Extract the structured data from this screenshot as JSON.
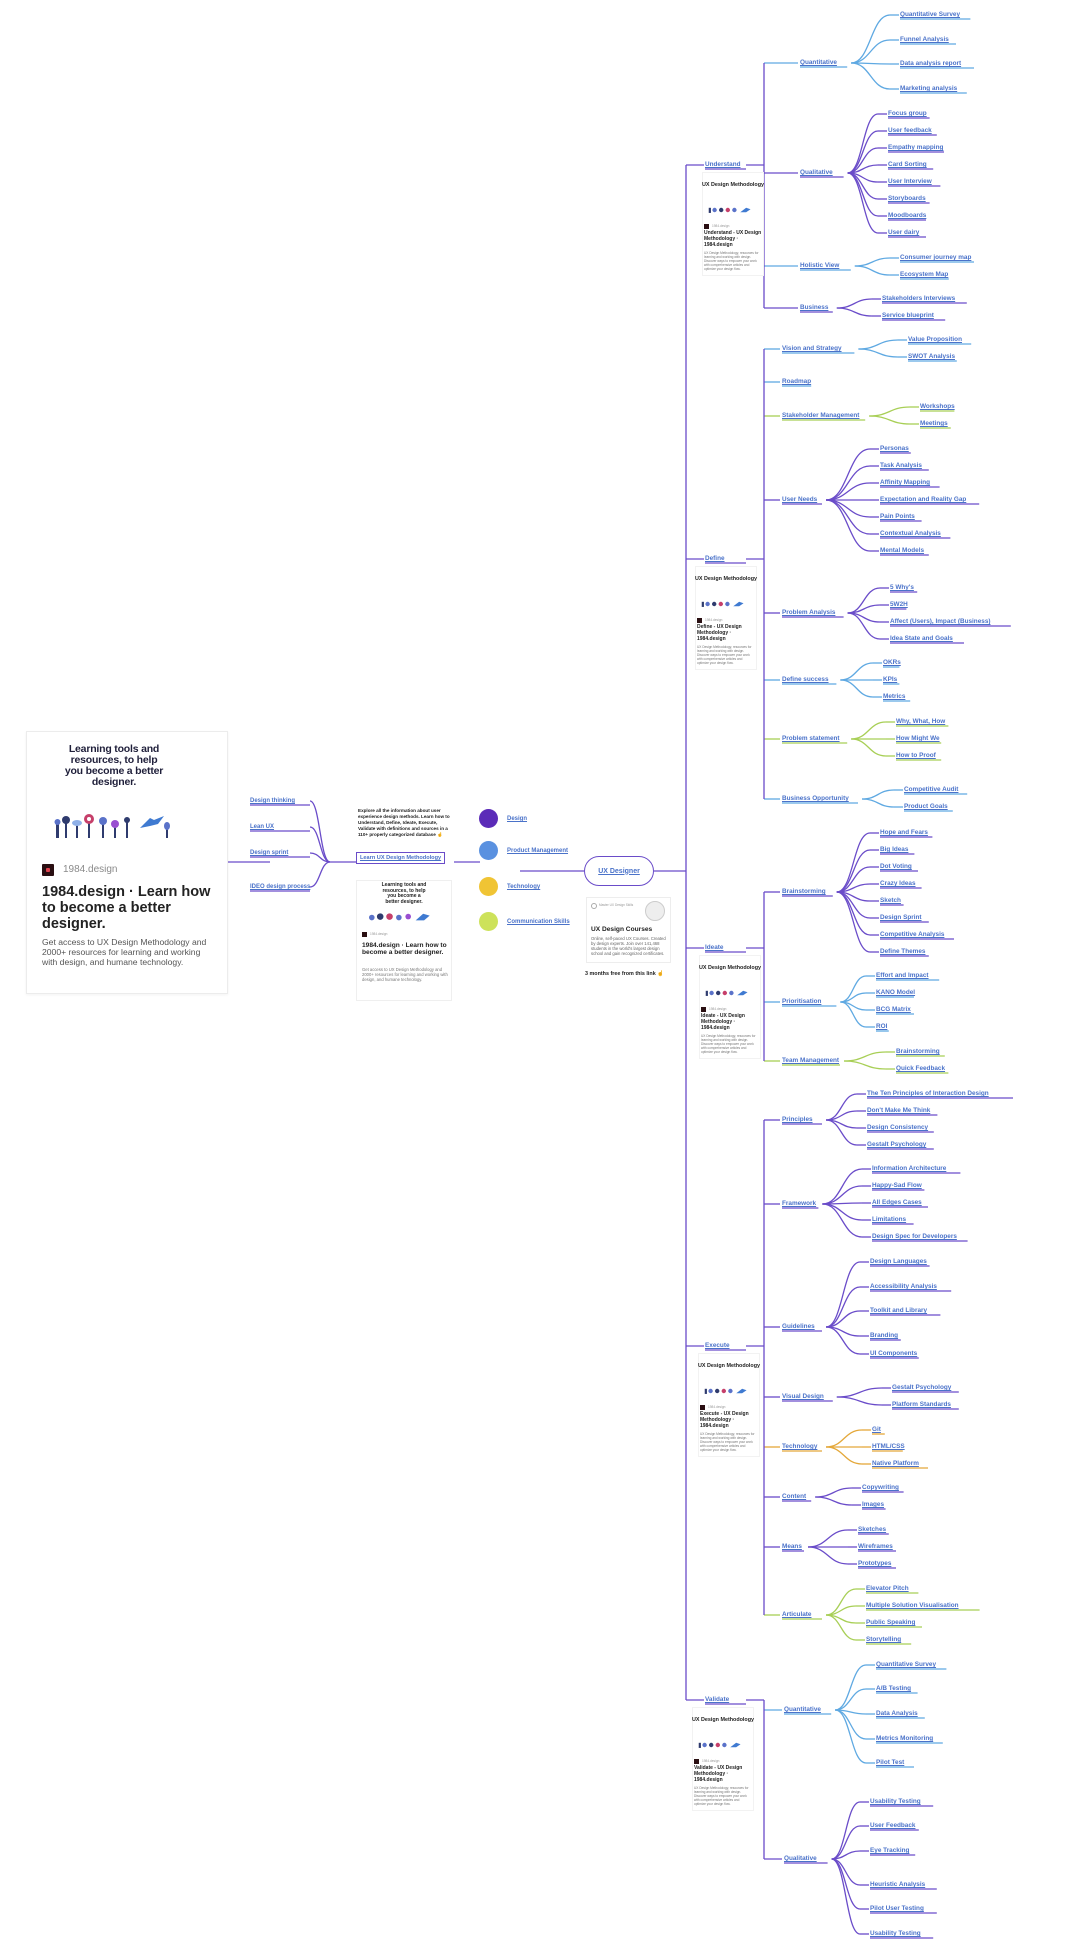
{
  "colors": {
    "purple": "#6a4cc9",
    "blue": "#5fa9e2",
    "green": "#a8cf56",
    "orange": "#e4a83a",
    "link": "#4a72c9",
    "dot_purple": "#5b2bb8",
    "dot_blue": "#5a91e0",
    "dot_yellow": "#f0c434",
    "dot_green": "#cde25a"
  },
  "left_card": {
    "tagline": "Learning tools and resources, to help you become a better designer.",
    "site": "1984.design",
    "title": "1984.design · Learn how to become a better designer.",
    "description": "Get access to UX Design Methodology and 2000+ resources for learning and working with design, and humane technology."
  },
  "resources": {
    "links": [
      "Design thinking",
      "Lean UX",
      "Design sprint",
      "IDEO design process"
    ],
    "explore_text": "Explore all the information about user experience design methods. Learn how to Understand, Define, Ideate, Execute, Validate with definitions and sources in a 110+ properly categorized database ☝",
    "learn_button": "Learn UX Design Methodology",
    "mini_card": {
      "tagline": "Learning tools and resources, to help you become a better designer.",
      "site": "1984.design",
      "title": "1984.design · Learn how to become a better designer.",
      "description": "Get access to UX Design Methodology and 2000+ resources for learning and working with design, and humane technology."
    }
  },
  "topics": [
    "Design",
    "Product Management",
    "Technology",
    "Communication Skills"
  ],
  "center": {
    "label": "UX Designer"
  },
  "courses_card": {
    "mini_text": "Master UX Design Skills",
    "title": "UX Design Courses",
    "description": "Online, self-paced UX Courses. Created by design experts. Join over 141,468 students in the world's largest design school and gain recognized certificates.",
    "promo": "3 months free from this link ☝"
  },
  "phase_card_common": {
    "tagline": "UX Design Methodology",
    "site": "1984.design",
    "description": "UX Design Methodology, resources for learning and working with design. Discover ways to empower your work with comprehensive articles and optimize your design flow."
  },
  "phases": [
    {
      "name": "Understand",
      "card_title": "Understand - UX Design Methodology · 1984.design"
    },
    {
      "name": "Define",
      "card_title": "Define - UX Design Methodology · 1984.design"
    },
    {
      "name": "Ideate",
      "card_title": "Ideate - UX Design Methodology · 1984.design"
    },
    {
      "name": "Execute",
      "card_title": "Execute - UX Design Methodology · 1984.design"
    },
    {
      "name": "Validate",
      "card_title": "Validate - UX Design Methodology · 1984.design"
    }
  ],
  "mindmap": {
    "understand": {
      "quantitative": {
        "label": "Quantitative",
        "items": [
          "Quantitative Survey",
          "Funnel Analysis",
          "Data analysis report",
          "Marketing analysis"
        ]
      },
      "qualitative": {
        "label": "Qualitative",
        "items": [
          "Focus group",
          "User feedback",
          "Empathy mapping",
          "Card Sorting",
          "User Interview",
          "Storyboards",
          "Moodboards",
          "User dairy"
        ]
      },
      "holistic": {
        "label": "Holistic View",
        "items": [
          "Consumer journey map",
          "Ecosystem Map"
        ]
      },
      "business": {
        "label": "Business",
        "items": [
          "Stakeholders Interviews",
          "Service blueprint"
        ]
      }
    },
    "define": {
      "vision": {
        "label": "Vision and Strategy",
        "items": [
          "Value Proposition",
          "SWOT Analysis"
        ]
      },
      "roadmap": {
        "label": "Roadmap",
        "items": []
      },
      "stakeholder": {
        "label": "Stakeholder Management",
        "items": [
          "Workshops",
          "Meetings"
        ]
      },
      "userneeds": {
        "label": "User Needs",
        "items": [
          "Personas",
          "Task Analysis",
          "Affinity Mapping",
          "Expectation and Reality Gap",
          "Pain Points",
          "Contextual Analysis",
          "Mental Models"
        ]
      },
      "problem_analysis": {
        "label": "Problem Analysis",
        "items": [
          "5 Why's",
          "5W2H",
          "Affect (Users), Impact (Business)",
          "Idea State and Goals"
        ]
      },
      "success": {
        "label": "Define success",
        "items": [
          "OKRs",
          "KPIs",
          "Metrics"
        ]
      },
      "statement": {
        "label": "Problem statement",
        "items": [
          "Why, What, How",
          "How Might We",
          "How to Proof"
        ]
      },
      "opportunity": {
        "label": "Business Opportunity",
        "items": [
          "Competitive Audit",
          "Product Goals"
        ]
      }
    },
    "ideate": {
      "brainstorming": {
        "label": "Brainstorming",
        "items": [
          "Hope and Fears",
          "Big Ideas",
          "Dot Voting",
          "Crazy Ideas",
          "Sketch",
          "Design Sprint",
          "Competitive Analysis",
          "Define Themes"
        ]
      },
      "prioritisation": {
        "label": "Prioritisation",
        "items": [
          "Effort and Impact",
          "KANO Model",
          "BCG Matrix",
          "ROI"
        ]
      },
      "team": {
        "label": "Team Management",
        "items": [
          "Brainstorming",
          "Quick Feedback"
        ]
      }
    },
    "execute": {
      "principles": {
        "label": "Principles",
        "items": [
          "The Ten Principles of Interaction Design",
          "Don't Make Me Think",
          "Design Consistency",
          "Gestalt Psychology"
        ]
      },
      "framework": {
        "label": "Framework",
        "items": [
          "Information Architecture",
          "Happy-Sad Flow",
          "All Edges Cases",
          "Limitations",
          "Design Spec for Developers"
        ]
      },
      "guidelines": {
        "label": "Guidelines",
        "items": [
          "Design Languages",
          "Accessibility Analysis",
          "Toolkit and Library",
          "Branding",
          "UI Components"
        ]
      },
      "visual": {
        "label": "Visual Design",
        "items": [
          "Gestalt Psychology",
          "Platform Standards"
        ]
      },
      "technology": {
        "label": "Technology",
        "items": [
          "Git",
          "HTML/CSS",
          "Native Platform"
        ]
      },
      "content": {
        "label": "Content",
        "items": [
          "Copywriting",
          "Images"
        ]
      },
      "means": {
        "label": "Means",
        "items": [
          "Sketches",
          "Wireframes",
          "Prototypes"
        ]
      },
      "articulate": {
        "label": "Articulate",
        "items": [
          "Elevator Pitch",
          "Multiple Solution Visualisation",
          "Public Speaking",
          "Storytelling"
        ]
      }
    },
    "validate": {
      "quantitative": {
        "label": "Quantitative",
        "items": [
          "Quantitative Survey",
          "A/B Testing",
          "Data Analysis",
          "Metrics Monitoring",
          "Pilot Test"
        ]
      },
      "qualitative": {
        "label": "Qualitative",
        "items": [
          "Usability Testing",
          "User Feedback",
          "Eye Tracking",
          "Heuristic Analysis",
          "Pilot User Testing",
          "Usability Testing"
        ]
      }
    }
  }
}
